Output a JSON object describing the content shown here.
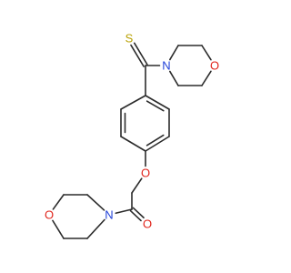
{
  "molecule": {
    "atoms": [
      {
        "id": "S",
        "symbol": "S",
        "color": "#b8a000"
      },
      {
        "id": "N1",
        "symbol": "N",
        "color": "#1f3fd8"
      },
      {
        "id": "O1",
        "symbol": "O",
        "color": "#e0241b"
      },
      {
        "id": "O2",
        "symbol": "O",
        "color": "#e0241b"
      },
      {
        "id": "O3",
        "symbol": "O",
        "color": "#e0241b"
      },
      {
        "id": "N2",
        "symbol": "N",
        "color": "#1f3fd8"
      },
      {
        "id": "O4",
        "symbol": "O",
        "color": "#e0241b"
      }
    ],
    "bond_color": "#2b2b2b"
  }
}
